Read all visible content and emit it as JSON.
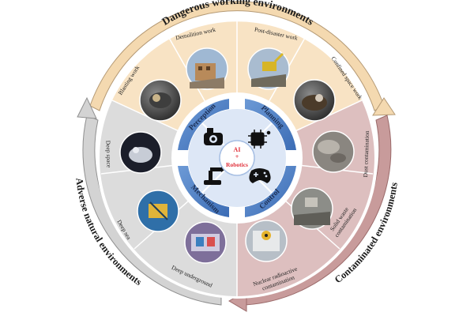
{
  "outer_ring": {
    "top_title": "Dangerous working environments",
    "left_title": "Adverse natural environments",
    "right_title": "Contaminated environments"
  },
  "sectors": {
    "blasting": "Blasting work",
    "demolition": "Demolition work",
    "post_disaster": "Post-disaster work",
    "confined": "Confined space work",
    "dust": "Dust contamination",
    "solid_waste": [
      "Solid waste",
      "contamination"
    ],
    "radioactive": [
      "Nuclear radioactive",
      "contamination"
    ],
    "deep_underground": "Deep underground",
    "deep_sea": "Deep sea",
    "deep_space": "Deep space"
  },
  "core_ring": {
    "perception": "Perception",
    "planning": "Planning",
    "control": "Control",
    "mechanism": "Mechanism"
  },
  "center": {
    "line1": "AI",
    "line2": "+",
    "line3": "Robotics"
  },
  "colors": {
    "dangerous_fill": "#f8e3c4",
    "dangerous_arrow": "#f4d9b0",
    "adverse_fill": "#dcdcdc",
    "adverse_arrow": "#d3d3d3",
    "contaminated_fill": "#ddbfbf",
    "contaminated_arrow": "#c89b9b",
    "core_blue": "#4d7fc4",
    "core_light": "#dde7f6",
    "center_text": "#e0303a"
  },
  "icons": {
    "perception": "camera-icon",
    "planning": "circuit-chip-icon",
    "control": "gamepad-icon",
    "mechanism": "robot-arm-icon"
  }
}
